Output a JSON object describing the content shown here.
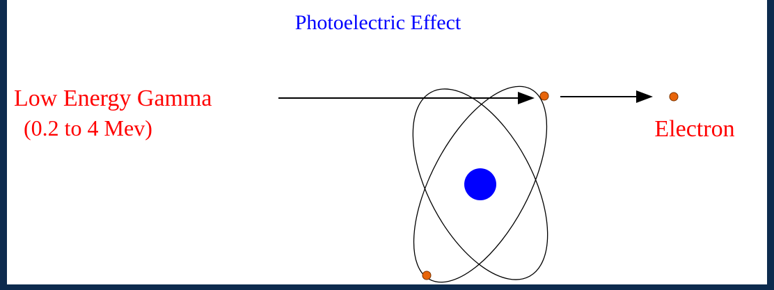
{
  "diagram": {
    "title": "Photoelectric Effect",
    "gamma_label_line1": "Low Energy Gamma",
    "gamma_label_line2": "(0.2 to 4 Mev)",
    "electron_label": "Electron"
  },
  "colors": {
    "background_frame": "#0d2b4e",
    "panel": "#ffffff",
    "title": "#0000ff",
    "labels": "#ff0000",
    "nucleus": "#0000ff",
    "electron": "#e8650a",
    "lines": "#000000"
  }
}
